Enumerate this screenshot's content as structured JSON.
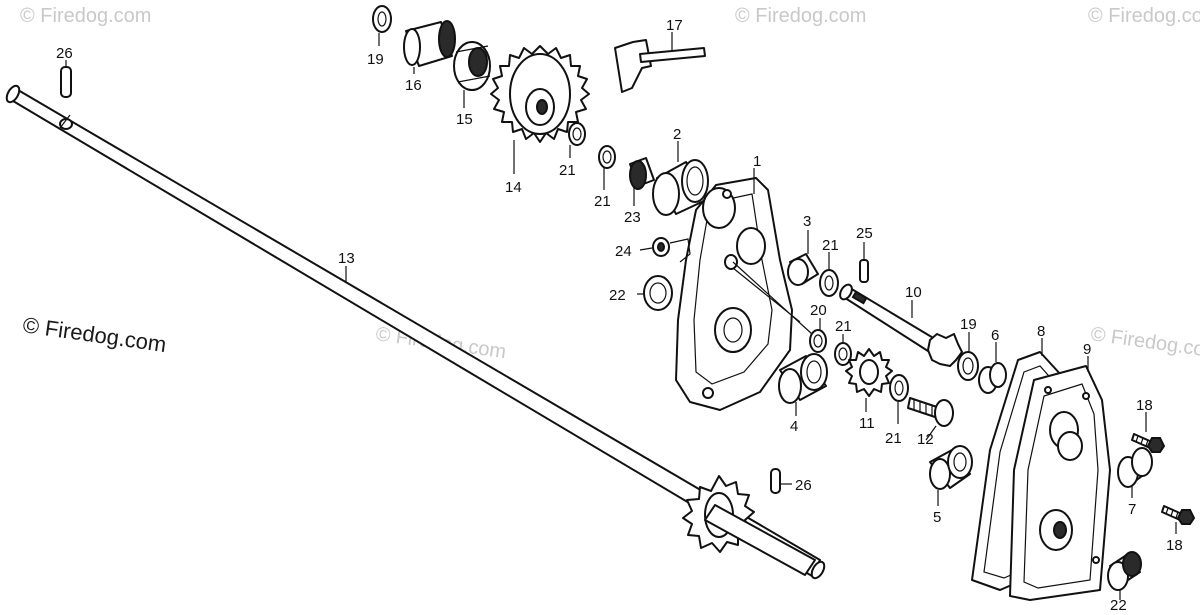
{
  "watermarks": {
    "main": "© Firedog.com",
    "faint": "© Firedog.com"
  },
  "callouts": {
    "p1": "1",
    "p2": "2",
    "p3": "3",
    "p4": "4",
    "p5": "5",
    "p6": "6",
    "p7": "7",
    "p8": "8",
    "p9": "9",
    "p10": "10",
    "p11": "11",
    "p12": "12",
    "p13": "13",
    "p14": "14",
    "p15": "15",
    "p16": "16",
    "p17": "17",
    "p18a": "18",
    "p18b": "18",
    "p19a": "19",
    "p19b": "19",
    "p20": "20",
    "p21a": "21",
    "p21b": "21",
    "p21c": "21",
    "p21d": "21",
    "p21e": "21",
    "p22a": "22",
    "p22b": "22",
    "p23": "23",
    "p24": "24",
    "p25": "25",
    "p26a": "26",
    "p26b": "26"
  }
}
